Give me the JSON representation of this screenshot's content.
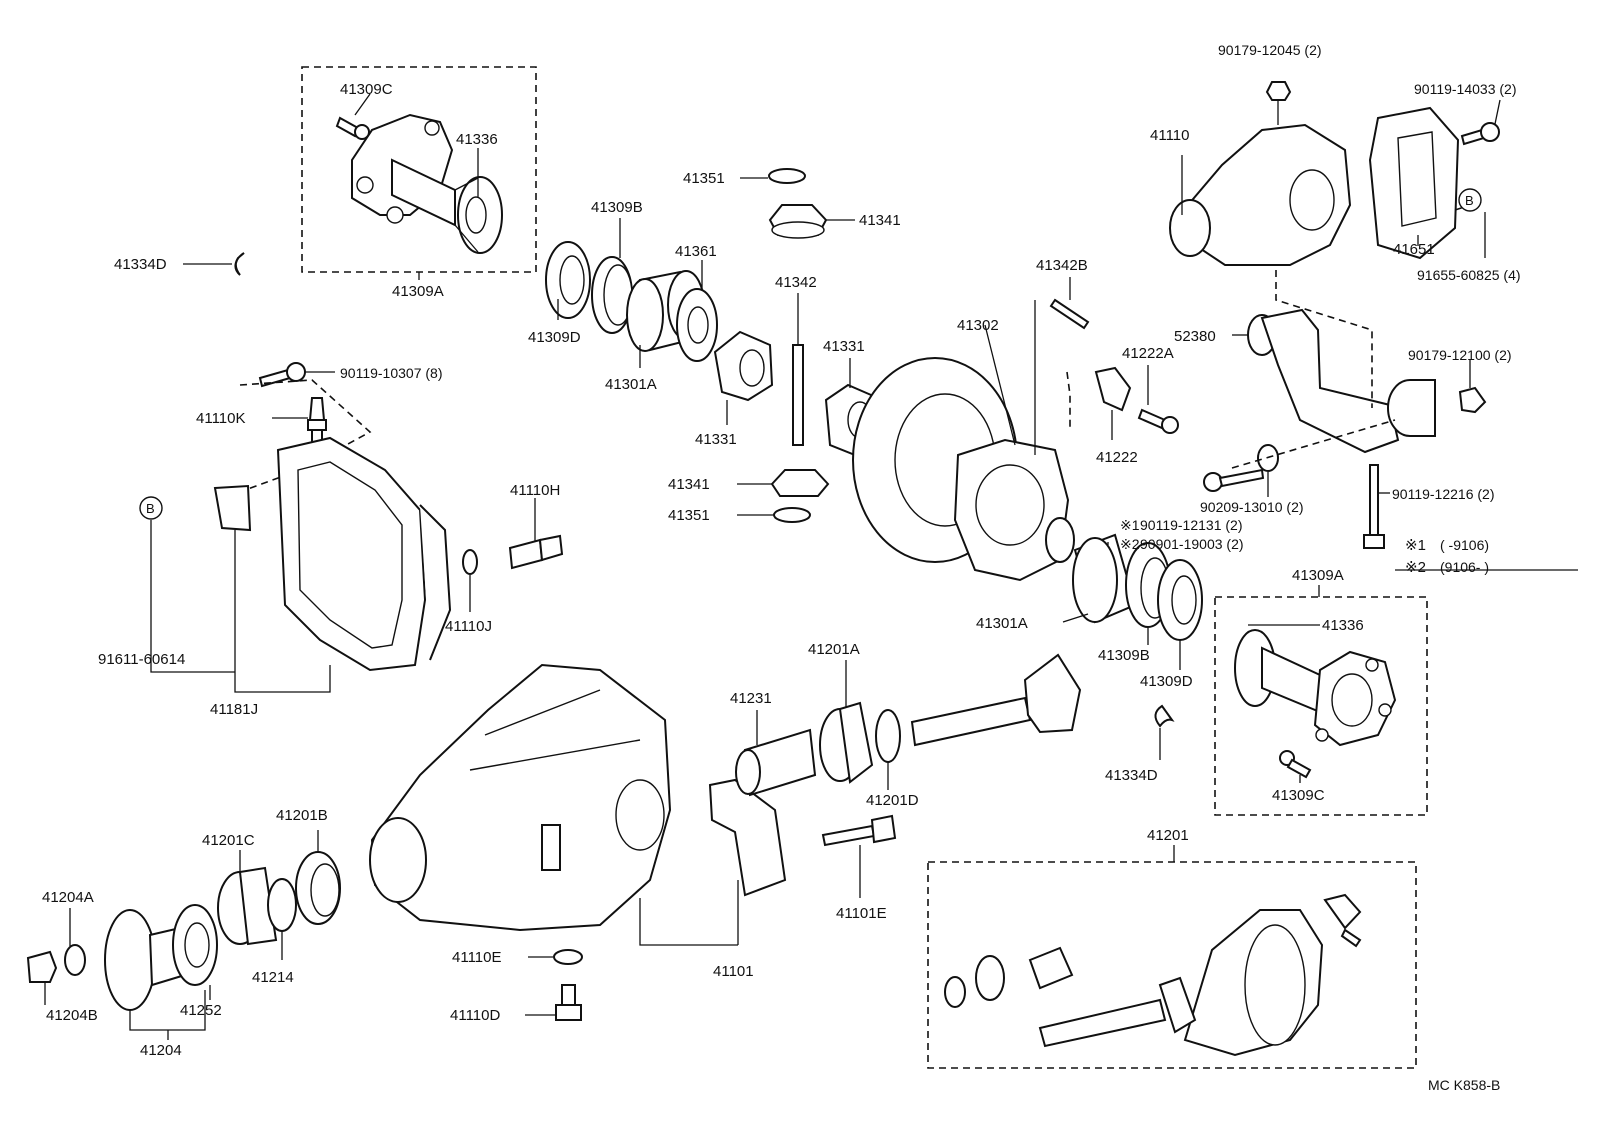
{
  "diagram_code": "MC K858-B",
  "labels": {
    "l41309C_top": "41309C",
    "l41336_top": "41336",
    "l41309A_top": "41309A",
    "l41334D_left": "41334D",
    "l41351_top": "41351",
    "l41341_top": "41341",
    "l41309B_top": "41309B",
    "l41361": "41361",
    "l41309D_top": "41309D",
    "l41301A_top": "41301A",
    "l41342": "41342",
    "l41331_a": "41331",
    "l41331_b": "41331",
    "l41341_bot": "41341",
    "l41351_bot": "41351",
    "l41342B": "41342B",
    "l41302": "41302",
    "l41222A": "41222A",
    "l41222": "41222",
    "l90179_12045": "90179-12045 (2)",
    "l90119_14033": "90119-14033 (2)",
    "l41110": "41110",
    "l41651": "41651",
    "l91655_60825": "91655-60825 (4)",
    "l52380": "52380",
    "l90179_12100": "90179-12100 (2)",
    "l90209_13010": "90209-13010 (2)",
    "l90119_12216": "90119-12216 (2)",
    "l90119_12131": "90119-12131 (2)",
    "l90901_19003": "90901-19003 (2)",
    "mark1": "※1",
    "mark2": "※2",
    "note1_range": "(      -9106)",
    "note2_range": "(9106-       )",
    "l90119_10307": "90119-10307 (8)",
    "l41110K": "41110K",
    "ref_B_left": "B",
    "ref_B_right": "B",
    "l41110H": "41110H",
    "l41110J": "41110J",
    "l91611_60614": "91611-60614",
    "l41181J": "41181J",
    "l41301A_bot": "41301A",
    "l41309B_bot": "41309B",
    "l41309D_bot": "41309D",
    "l41309A_right": "41309A",
    "l41336_right": "41336",
    "l41309C_right": "41309C",
    "l41334D_right": "41334D",
    "l41231": "41231",
    "l41201A": "41201A",
    "l41201D": "41201D",
    "l41201": "41201",
    "l41201C": "41201C",
    "l41201B": "41201B",
    "l41204A": "41204A",
    "l41204B": "41204B",
    "l41252": "41252",
    "l41214": "41214",
    "l41204": "41204",
    "l41110E": "41110E",
    "l41110D": "41110D",
    "l41101": "41101",
    "l41101E": "41101E"
  }
}
